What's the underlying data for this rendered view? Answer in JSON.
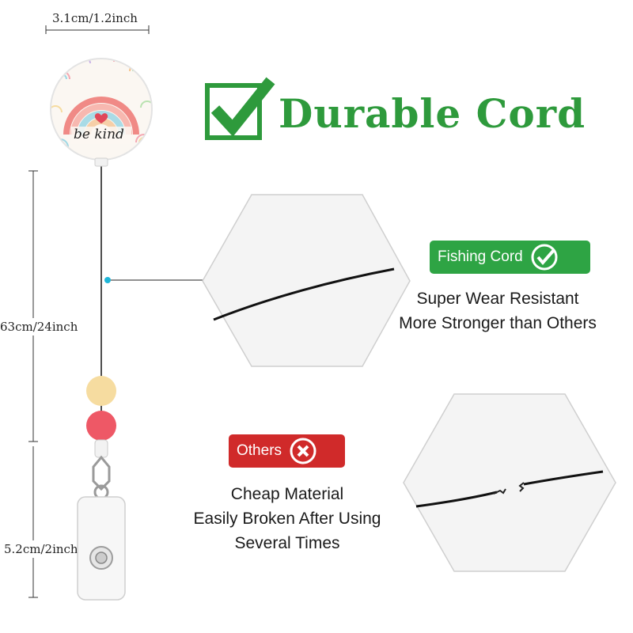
{
  "dimensions": {
    "badge_width": "3.1cm/1.2inch",
    "cord_length": "63cm/24inch",
    "clip_length": "5.2cm/2inch"
  },
  "badge": {
    "text": "be kind"
  },
  "headline": "Durable Cord",
  "good": {
    "label": "Fishing Cord",
    "lines": [
      "Super Wear Resistant",
      "More Stronger than Others"
    ]
  },
  "bad": {
    "label": "Others",
    "lines": [
      "Cheap Material",
      "Easily Broken After Using",
      "Several Times"
    ]
  },
  "colors": {
    "headline_green": "#2e9a3c",
    "pill_green": "#2ea444",
    "pill_red": "#d02a2a",
    "bead_yellow": "#f6dca0",
    "bead_red": "#ee5866",
    "marker_cyan": "#1fb6d8"
  },
  "icons": {
    "headline": "checkbox-check-icon",
    "good": "circle-check-icon",
    "bad": "circle-x-icon"
  }
}
